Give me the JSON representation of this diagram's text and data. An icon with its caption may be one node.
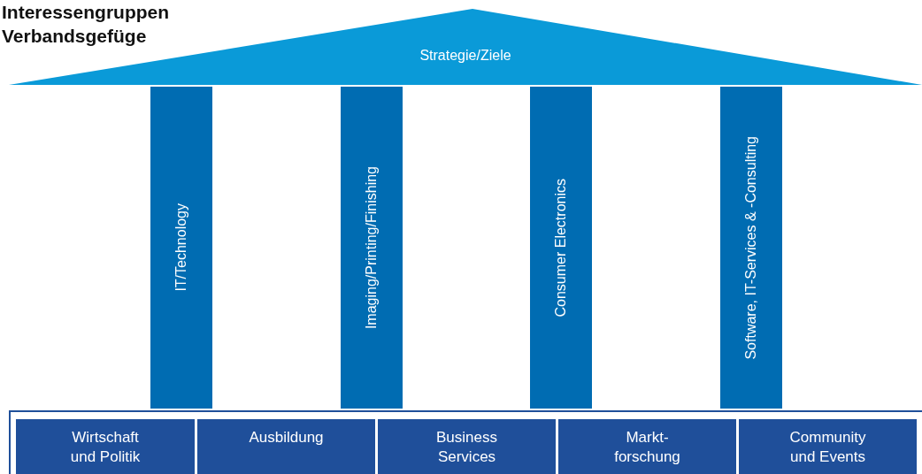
{
  "diagram": {
    "title": "Interessengruppen Verbandsgefüge",
    "nodes": [
      {
        "text": [
          "Strategie/Ziele"
        ]
      },
      {
        "text": [
          "IT/Technology"
        ]
      },
      {
        "text": [
          "Imaging/Printing/Finishing"
        ]
      },
      {
        "text": [
          "Consumer Electronics"
        ]
      },
      {
        "text": [
          "Software, IT-Services & -Consulting"
        ]
      },
      {
        "text": [],
        "shape": "box"
      },
      {
        "text": [
          "Wirtschaft und Politik"
        ],
        "in": 5
      },
      {
        "text": [
          "Ausbildung"
        ],
        "in": 5
      },
      {
        "text": [
          "Business Services"
        ],
        "in": 5
      },
      {
        "text": [
          "Markt- forschung"
        ],
        "in": 5
      },
      {
        "text": [
          "Community und Events"
        ],
        "in": 5
      }
    ],
    "edges": []
  }
}
